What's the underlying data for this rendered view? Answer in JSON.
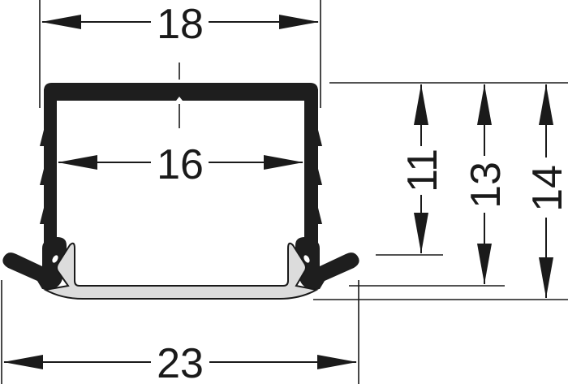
{
  "drawing": {
    "subject": "LED profile cross-section",
    "colors": {
      "profile": "#1e1e1e",
      "diffuser": "#dcdcdc",
      "lines": "#1a1a1a",
      "background": "#ffffff"
    },
    "dimensions": {
      "outer_width": "18",
      "inner_width": "16",
      "flange_width": "23",
      "height_inner": "11",
      "height_to_diffuser": "13",
      "height_overall": "14"
    }
  }
}
